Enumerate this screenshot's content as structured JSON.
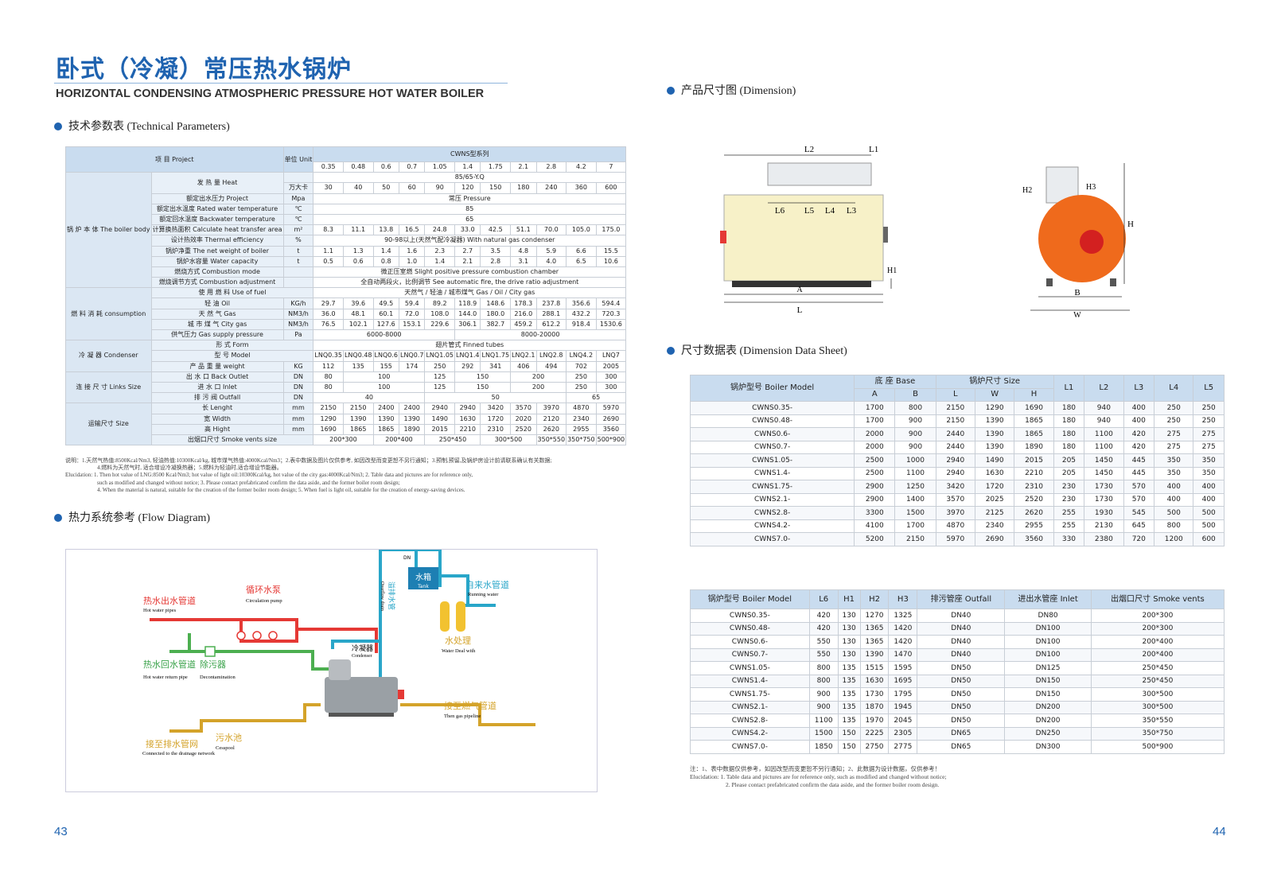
{
  "header": {
    "title_cn": "卧式（冷凝）常压热水锅炉",
    "title_en": "HORIZONTAL CONDENSING ATMOSPHERIC PRESSURE  HOT WATER BOILER"
  },
  "sections": {
    "tech": "技术参数表 (Technical Parameters)",
    "flow": "热力系统参考 (Flow Diagram)",
    "dim": "产品尺寸图 (Dimension)",
    "dimsheet": "尺寸数据表 (Dimension Data Sheet)"
  },
  "tech": {
    "hdr_project": "项 目 Project",
    "hdr_unit": "单位 Unit",
    "hdr_series": "CWNS型系列",
    "group_body": "锅 炉 本 体 The boiler body",
    "group_fuel": "燃 料 消 耗 consumption",
    "group_cond": "冷 凝 器 Condenser",
    "group_link": "连 接 尺 寸 Links Size",
    "group_size": "运输尺寸 Size",
    "heat_label": "发 热 量 Heat",
    "cap": [
      "0.35",
      "0.48",
      "0.6",
      "0.7",
      "1.05",
      "1.4",
      "1.75",
      "2.1",
      "2.8",
      "4.2",
      "7"
    ],
    "rows": [
      {
        "label": "",
        "unit": "",
        "span": "85/65-Y.Q"
      },
      {
        "label": "",
        "unit": "万大卡",
        "vals": [
          "30",
          "40",
          "50",
          "60",
          "90",
          "120",
          "150",
          "180",
          "240",
          "360",
          "600"
        ]
      },
      {
        "label": "额定出水压力 Project",
        "unit": "Mpa",
        "span": "常压 Pressure"
      },
      {
        "label": "额定出水温度 Rated water temperature",
        "unit": "℃",
        "span": "85"
      },
      {
        "label": "额定回水温度 Backwater temperature",
        "unit": "℃",
        "span": "65"
      },
      {
        "label": "计算换热面积 Calculate heat transfer area",
        "unit": "m²",
        "vals": [
          "8.3",
          "11.1",
          "13.8",
          "16.5",
          "24.8",
          "33.0",
          "42.5",
          "51.1",
          "70.0",
          "105.0",
          "175.0"
        ]
      },
      {
        "label": "设计热效率 Thermal efficiency",
        "unit": "%",
        "span": "90-98以上(天然气配冷凝器) With natural gas condenser"
      },
      {
        "label": "锅炉净重 The net weight of boiler",
        "unit": "t",
        "vals": [
          "1.1",
          "1.3",
          "1.4",
          "1.6",
          "2.3",
          "2.7",
          "3.5",
          "4.8",
          "5.9",
          "6.6",
          "15.5"
        ]
      },
      {
        "label": "锅炉水容量 Water capacity",
        "unit": "t",
        "vals": [
          "0.5",
          "0.6",
          "0.8",
          "1.0",
          "1.4",
          "2.1",
          "2.8",
          "3.1",
          "4.0",
          "6.5",
          "10.6"
        ]
      },
      {
        "label": "燃烧方式 Combustion mode",
        "unit": "",
        "span": "微正压室燃 Slight positive pressure combustion chamber"
      },
      {
        "label": "燃烧调节方式 Combustion adjustment",
        "unit": "",
        "span": "全自动两段火，比例调节 See automatic fire, the drive ratio adjustment"
      }
    ],
    "fuel_use_label": "使 用 燃 料 Use of fuel",
    "fuel_use_span": "天然气 / 轻油 / 城市煤气 Gas / Oil / City gas",
    "fuel_rows": [
      {
        "label": "轻 油 Oil",
        "unit": "KG/h",
        "vals": [
          "29.7",
          "39.6",
          "49.5",
          "59.4",
          "89.2",
          "118.9",
          "148.6",
          "178.3",
          "237.8",
          "356.6",
          "594.4"
        ]
      },
      {
        "label": "天 然 气 Gas",
        "unit": "NM3/h",
        "vals": [
          "36.0",
          "48.1",
          "60.1",
          "72.0",
          "108.0",
          "144.0",
          "180.0",
          "216.0",
          "288.1",
          "432.2",
          "720.3"
        ]
      },
      {
        "label": "城 市 煤 气 City gas",
        "unit": "NM3/h",
        "vals": [
          "76.5",
          "102.1",
          "127.6",
          "153.1",
          "229.6",
          "306.1",
          "382.7",
          "459.2",
          "612.2",
          "918.4",
          "1530.6"
        ]
      }
    ],
    "gas_press_label": "供气压力 Gas supply pressure",
    "gas_press_unit": "Pa",
    "gas_press_a": "6000-8000",
    "gas_press_b": "8000-20000",
    "form_label": "形 式 Form",
    "form_span": "翅片管式 Finned tubes",
    "model_label": "型 号 Model",
    "models": [
      "LNQ0.35",
      "LNQ0.48",
      "LNQ0.6",
      "LNQ0.7",
      "LNQ1.05",
      "LNQ1.4",
      "LNQ1.75",
      "LNQ2.1",
      "LNQ2.8",
      "LNQ4.2",
      "LNQ7"
    ],
    "weight_label": "产 品 重 量 weight",
    "weight_unit": "KG",
    "weights": [
      "112",
      "135",
      "155",
      "174",
      "250",
      "292",
      "341",
      "406",
      "494",
      "702",
      "2005"
    ],
    "outlet_label": "出 水 口 Back Outlet",
    "inlet_label": "进 水 口 Inlet",
    "drain_label": "排 污 阀 Outfall",
    "dn": "DN",
    "outlet": [
      "80",
      "100",
      "125",
      "150",
      "200",
      "250",
      "300"
    ],
    "inlet": [
      "80",
      "100",
      "125",
      "150",
      "200",
      "250",
      "300"
    ],
    "drain": [
      "40",
      "50",
      "65"
    ],
    "len_label": "长 Lenght",
    "wid_label": "宽 Width",
    "hei_label": "高 Hight",
    "mm": "mm",
    "lens": [
      "2150",
      "2150",
      "2400",
      "2400",
      "2940",
      "2940",
      "3420",
      "3570",
      "3970",
      "4870",
      "5970"
    ],
    "wids": [
      "1290",
      "1390",
      "1390",
      "1390",
      "1490",
      "1630",
      "1720",
      "2020",
      "2120",
      "2340",
      "2690"
    ],
    "heis": [
      "1690",
      "1865",
      "1865",
      "1890",
      "2015",
      "2210",
      "2310",
      "2520",
      "2620",
      "2955",
      "3560"
    ],
    "smoke_label": "出烟口尺寸 Smoke vents size",
    "smoke": [
      "200*300",
      "200*400",
      "250*450",
      "300*500",
      "350*550",
      "350*750",
      "500*900"
    ]
  },
  "notes": [
    "说明：1.天然气热值:8500Kcal/Nm3, 轻油热值:10300Kcal/kg, 城市煤气热值:4000Kcal/Nm3；2.表中数据及图片仅供参考, 如因改型而变更恕不另行通知；3.预制,预留,及锅炉房设计前请联系确认有关数据;",
    "4.燃料为天然气时, 适合增设冷凝换热器；5.燃料为轻油时,适合增设节能器。",
    "Elucidation:  1. Then hot value of LNG:8500 Kcal/Nm3; hot value of light oil:10300Kcal/kg, hot value of the city gas:4000Kcal/Nm3;  2. Table data and pictures are for reference only,",
    "such as modified and changed without notice;      3. Please contact prefabricated confirm the data aside, and the former boiler room design;",
    "4. When the material is natural, suitable for the creation of the former boiler room design;    5. When fuel is light oil, suitable for the creation of energy-saving devices."
  ],
  "flow": {
    "hot_out": "热水出水管道",
    "hot_out_en": "Hot water pipes",
    "pump": "循环水泵",
    "pump_en": "Circulation pump",
    "hot_ret": "热水回水管道",
    "hot_ret_en": "Hot water return pipe",
    "decon": "除污器",
    "decon_en": "Decontamination",
    "tank": "水箱",
    "tank_en": "Tank",
    "dn": "DN",
    "overflow": "溢排水管",
    "overflow_en": "Overflow drain",
    "tap": "自来水管道",
    "tap_en": "Running water",
    "treat": "水处理",
    "treat_en": "Water Deal with",
    "cond": "冷凝器",
    "cond_en": "Condenser",
    "gas": "接至燃气管道",
    "gas_en": "Then gas pipeline",
    "drainnet": "接至排水管网",
    "drainnet_en": "Connected to the drainage network",
    "cess": "污水池",
    "cess_en": "Cesspool"
  },
  "dimfig": {
    "L": "L",
    "L1": "L1",
    "L2": "L2",
    "L3": "L3",
    "L4": "L4",
    "L5": "L5",
    "L6": "L6",
    "A": "A",
    "H": "H",
    "H1": "H1",
    "H2": "H2",
    "H3": "H3",
    "B": "B",
    "W": "W"
  },
  "dim1": {
    "h_model": "锅炉型号 Boiler Model",
    "h_base": "底  座 Base",
    "h_size": "锅炉尺寸 Size",
    "h_A": "A",
    "h_B": "B",
    "h_L": "L",
    "h_W": "W",
    "h_H": "H",
    "h_L1": "L1",
    "h_L2": "L2",
    "h_L3": "L3",
    "h_L4": "L4",
    "h_L5": "L5",
    "rows": [
      [
        "CWNS0.35-",
        "1700",
        "800",
        "2150",
        "1290",
        "1690",
        "180",
        "940",
        "400",
        "250",
        "250"
      ],
      [
        "CWNS0.48-",
        "1700",
        "900",
        "2150",
        "1390",
        "1865",
        "180",
        "940",
        "400",
        "250",
        "250"
      ],
      [
        "CWNS0.6-",
        "2000",
        "900",
        "2440",
        "1390",
        "1865",
        "180",
        "1100",
        "420",
        "275",
        "275"
      ],
      [
        "CWNS0.7-",
        "2000",
        "900",
        "2440",
        "1390",
        "1890",
        "180",
        "1100",
        "420",
        "275",
        "275"
      ],
      [
        "CWNS1.05-",
        "2500",
        "1000",
        "2940",
        "1490",
        "2015",
        "205",
        "1450",
        "445",
        "350",
        "350"
      ],
      [
        "CWNS1.4-",
        "2500",
        "1100",
        "2940",
        "1630",
        "2210",
        "205",
        "1450",
        "445",
        "350",
        "350"
      ],
      [
        "CWNS1.75-",
        "2900",
        "1250",
        "3420",
        "1720",
        "2310",
        "230",
        "1730",
        "570",
        "400",
        "400"
      ],
      [
        "CWNS2.1-",
        "2900",
        "1400",
        "3570",
        "2025",
        "2520",
        "230",
        "1730",
        "570",
        "400",
        "400"
      ],
      [
        "CWNS2.8-",
        "3300",
        "1500",
        "3970",
        "2125",
        "2620",
        "255",
        "1930",
        "545",
        "500",
        "500"
      ],
      [
        "CWNS4.2-",
        "4100",
        "1700",
        "4870",
        "2340",
        "2955",
        "255",
        "2130",
        "645",
        "800",
        "500"
      ],
      [
        "CWNS7.0-",
        "5200",
        "2150",
        "5970",
        "2690",
        "3560",
        "330",
        "2380",
        "720",
        "1200",
        "600"
      ]
    ]
  },
  "dim2": {
    "h_model": "锅炉型号 Boiler Model",
    "h_L6": "L6",
    "h_H1": "H1",
    "h_H2": "H2",
    "h_H3": "H3",
    "h_drain": "排污管座 Outfall",
    "h_inlet": "进出水管座 Inlet",
    "h_smoke": "出烟口尺寸 Smoke vents",
    "rows": [
      [
        "CWNS0.35-",
        "420",
        "130",
        "1270",
        "1325",
        "DN40",
        "DN80",
        "200*300"
      ],
      [
        "CWNS0.48-",
        "420",
        "130",
        "1365",
        "1420",
        "DN40",
        "DN100",
        "200*300"
      ],
      [
        "CWNS0.6-",
        "550",
        "130",
        "1365",
        "1420",
        "DN40",
        "DN100",
        "200*400"
      ],
      [
        "CWNS0.7-",
        "550",
        "130",
        "1390",
        "1470",
        "DN40",
        "DN100",
        "200*400"
      ],
      [
        "CWNS1.05-",
        "800",
        "135",
        "1515",
        "1595",
        "DN50",
        "DN125",
        "250*450"
      ],
      [
        "CWNS1.4-",
        "800",
        "135",
        "1630",
        "1695",
        "DN50",
        "DN150",
        "250*450"
      ],
      [
        "CWNS1.75-",
        "900",
        "135",
        "1730",
        "1795",
        "DN50",
        "DN150",
        "300*500"
      ],
      [
        "CWNS2.1-",
        "900",
        "135",
        "1870",
        "1945",
        "DN50",
        "DN200",
        "300*500"
      ],
      [
        "CWNS2.8-",
        "1100",
        "135",
        "1970",
        "2045",
        "DN50",
        "DN200",
        "350*550"
      ],
      [
        "CWNS4.2-",
        "1500",
        "150",
        "2225",
        "2305",
        "DN65",
        "DN250",
        "350*750"
      ],
      [
        "CWNS7.0-",
        "1850",
        "150",
        "2750",
        "2775",
        "DN65",
        "DN300",
        "500*900"
      ]
    ]
  },
  "notes2": [
    "注：1、表中数据仅供参考，如因改型而变更恕不另行通知；2、此数据为设计数据，仅供参考！",
    "Elucidation:  1. Table data and pictures are for reference only, such as modified and changed without notice;",
    "2. Please contact prefabricated confirm the data aside, and the former boiler room design."
  ],
  "pages": {
    "left": "43",
    "right": "44"
  },
  "colors": {
    "accent": "#1f63b0",
    "header_bg": "#c9dcef",
    "boiler_body": "#f7f1c8",
    "boiler_end": "#ef6a1c",
    "hot_pipe": "#e53935",
    "ret_pipe": "#4caf50",
    "water_pipe": "#29a6c9",
    "gas_pipe": "#d4a32a"
  }
}
